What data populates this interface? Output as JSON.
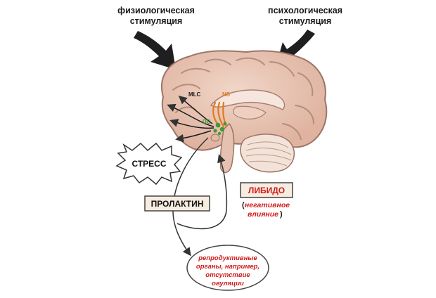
{
  "stimuli": {
    "physiological": [
      "физиологическая",
      "стимуляция"
    ],
    "psychological": [
      "психологическая",
      "стимуляция"
    ]
  },
  "brain_labels": {
    "mlc": "MLC",
    "ns": "NS",
    "dc": "DC"
  },
  "stress": "СТРЕСС",
  "prolactin": "ПРОЛАКТИН",
  "libido": "ЛИБИДО",
  "negative": {
    "open": "(",
    "line1": "негативное",
    "line2": "влияние",
    "close": ")"
  },
  "target": [
    "репродуктивные",
    "органы, например,",
    "отсутствие",
    "овуляции"
  ],
  "colors": {
    "brain_fill": "#e9c7b6",
    "brain_stroke": "#9c7466",
    "ns_orange": "#e07a1e",
    "dc_green": "#3e9a3a",
    "red_text": "#d11a1a"
  }
}
